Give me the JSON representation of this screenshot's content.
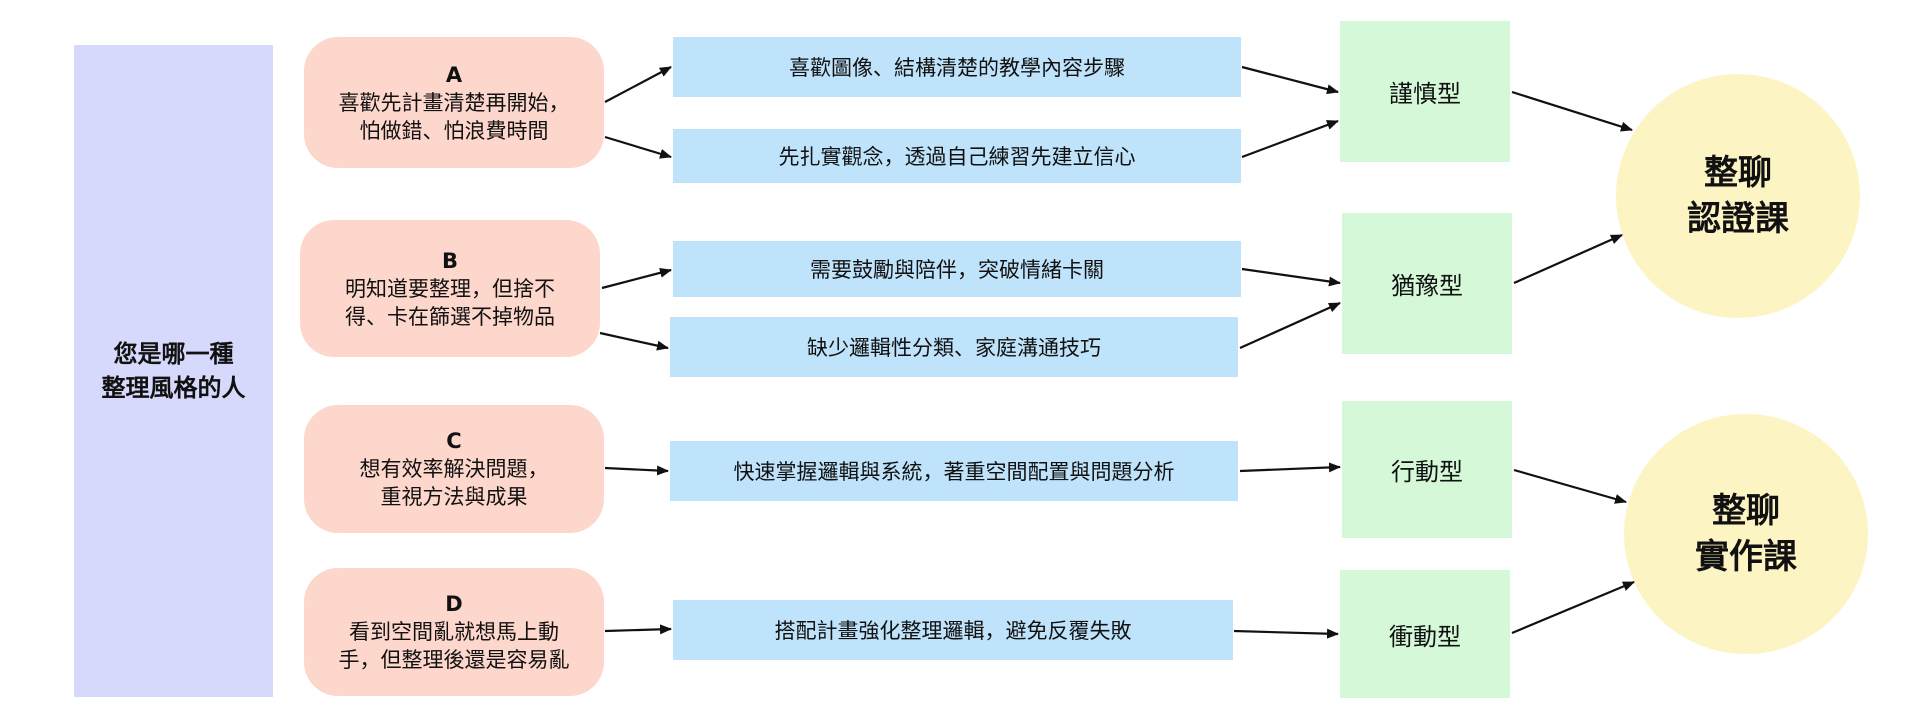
{
  "root": {
    "line1": "您是哪一種",
    "line2": "整理風格的人"
  },
  "options": [
    {
      "letter": "A",
      "line1": "喜歡先計畫清楚再開始，",
      "line2": "怕做錯、怕浪費時間"
    },
    {
      "letter": "B",
      "line1": "明知道要整理，但捨不",
      "line2": "得、卡在篩選不掉物品"
    },
    {
      "letter": "C",
      "line1": "想有效率解決問題，",
      "line2": "重視方法與成果"
    },
    {
      "letter": "D",
      "line1": "看到空間亂就想馬上動",
      "line2": "手，但整理後還是容易亂"
    }
  ],
  "descriptions": [
    "喜歡圖像、結構清楚的教學內容步驟",
    "先扎實觀念，透過自己練習先建立信心",
    "需要鼓勵與陪伴，突破情緒卡關",
    "缺少邏輯性分類、家庭溝通技巧",
    "快速掌握邏輯與系統，著重空間配置與問題分析",
    "搭配計畫強化整理邏輯，避免反覆失敗"
  ],
  "types": [
    "謹慎型",
    "猶豫型",
    "行動型",
    "衝動型"
  ],
  "courses": [
    {
      "line1": "整聊",
      "line2": "認證課"
    },
    {
      "line1": "整聊",
      "line2": "實作課"
    }
  ],
  "colors": {
    "root": "#d6d9fb",
    "option": "#fdd7cc",
    "description": "#bfe3fb",
    "type": "#d4f8d8",
    "course": "#fdf4c3",
    "arrow": "#111111"
  }
}
